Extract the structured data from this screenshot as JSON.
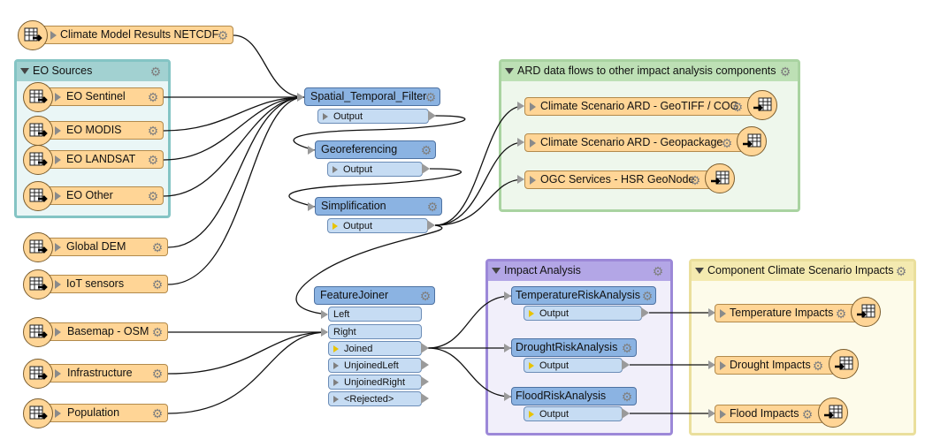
{
  "readers": {
    "climate_model": "Climate Model Results NETCDF",
    "eo_sentinel": "EO Sentinel",
    "eo_modis": "EO MODIS",
    "eo_landsat": "EO LANDSAT",
    "eo_other": "EO Other",
    "global_dem": "Global DEM",
    "iot_sensors": "IoT sensors",
    "basemap": "Basemap - OSM",
    "infrastructure": "Infrastructure",
    "population": "Population"
  },
  "bookmarks": {
    "eo_sources": "EO Sources",
    "ard": "ARD data flows to other impact analysis components",
    "impact_analysis": "Impact Analysis",
    "component_impacts": "Component Climate Scenario Impacts"
  },
  "transformers": {
    "spatial_temporal_filter": "Spatial_Temporal_Filter",
    "georeferencing": "Georeferencing",
    "simplification": "Simplification",
    "featurejoiner": "FeatureJoiner",
    "temperature_risk": "TemperatureRiskAnalysis",
    "drought_risk": "DroughtRiskAnalysis",
    "flood_risk": "FloodRiskAnalysis"
  },
  "ports": {
    "output": "Output",
    "left": "Left",
    "right": "Right",
    "joined": "Joined",
    "unjoined_left": "UnjoinedLeft",
    "unjoined_right": "UnjoinedRight",
    "rejected": "<Rejected>"
  },
  "writers": {
    "geotiff": "Climate Scenario ARD - GeoTIFF / COG",
    "geopackage": "Climate Scenario ARD - Geopackage",
    "ogc": "OGC Services - HSR GeoNode",
    "temperature_impacts": "Temperature Impacts",
    "drought_impacts": "Drought Impacts",
    "flood_impacts": "Flood Impacts"
  },
  "icons": {
    "reader": "table-arrow-icon",
    "writer": "arrow-table-icon",
    "gear": "gear-icon",
    "collapse": "triangle-down-icon"
  },
  "colors": {
    "reader_fill": "#ffd596",
    "transformer_fill": "#8bb3e2",
    "port_fill": "#c6dcf3",
    "eo_bookmark": "#5fb3b3",
    "ard_bookmark": "#9fcf98",
    "impact_bookmark": "#9785d8",
    "component_bookmark": "#eee19a"
  }
}
